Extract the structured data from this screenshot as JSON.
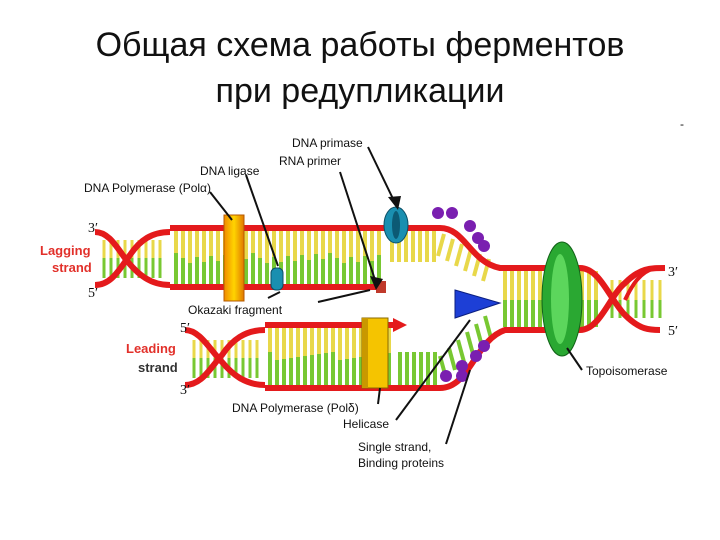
{
  "title": {
    "line1": "Общая схема работы ферментов",
    "line2": "при редупликации"
  },
  "labels": {
    "dna_primase": "DNA primase",
    "rna_primer": "RNA primer",
    "dna_ligase": "DNA ligase",
    "pol_alpha": "DNA Polymerase (Polα)",
    "okazaki": "Okazaki fragment",
    "pol_delta": "DNA Polymerase (Polδ)",
    "helicase": "Helicase",
    "ssb_line1": "Single strand,",
    "ssb_line2": "Binding proteins",
    "topoisomerase": "Topoisomerase"
  },
  "strands": {
    "lagging_line1": "Lagging",
    "lagging_line2": "strand",
    "leading_line1": "Leading",
    "leading_line2": "strand"
  },
  "ends": {
    "lag_top_left": "3′",
    "lag_bottom_left": "5′",
    "lead_top_left": "5′",
    "lead_bottom_left": "3′",
    "right_top": "3′",
    "right_bottom": "5′",
    "corner_mark": "-"
  },
  "colors": {
    "strand": "#e41a1c",
    "accent_red": "#e2302a",
    "rung_yellow": "#e8d84a",
    "rung_green": "#78c832",
    "polymerase": "#f5c400",
    "primase": "#1a8fb0",
    "topoisomerase": "#2aa832",
    "helicase": "#1d3fd6",
    "ssb": "#7a1fb0"
  }
}
